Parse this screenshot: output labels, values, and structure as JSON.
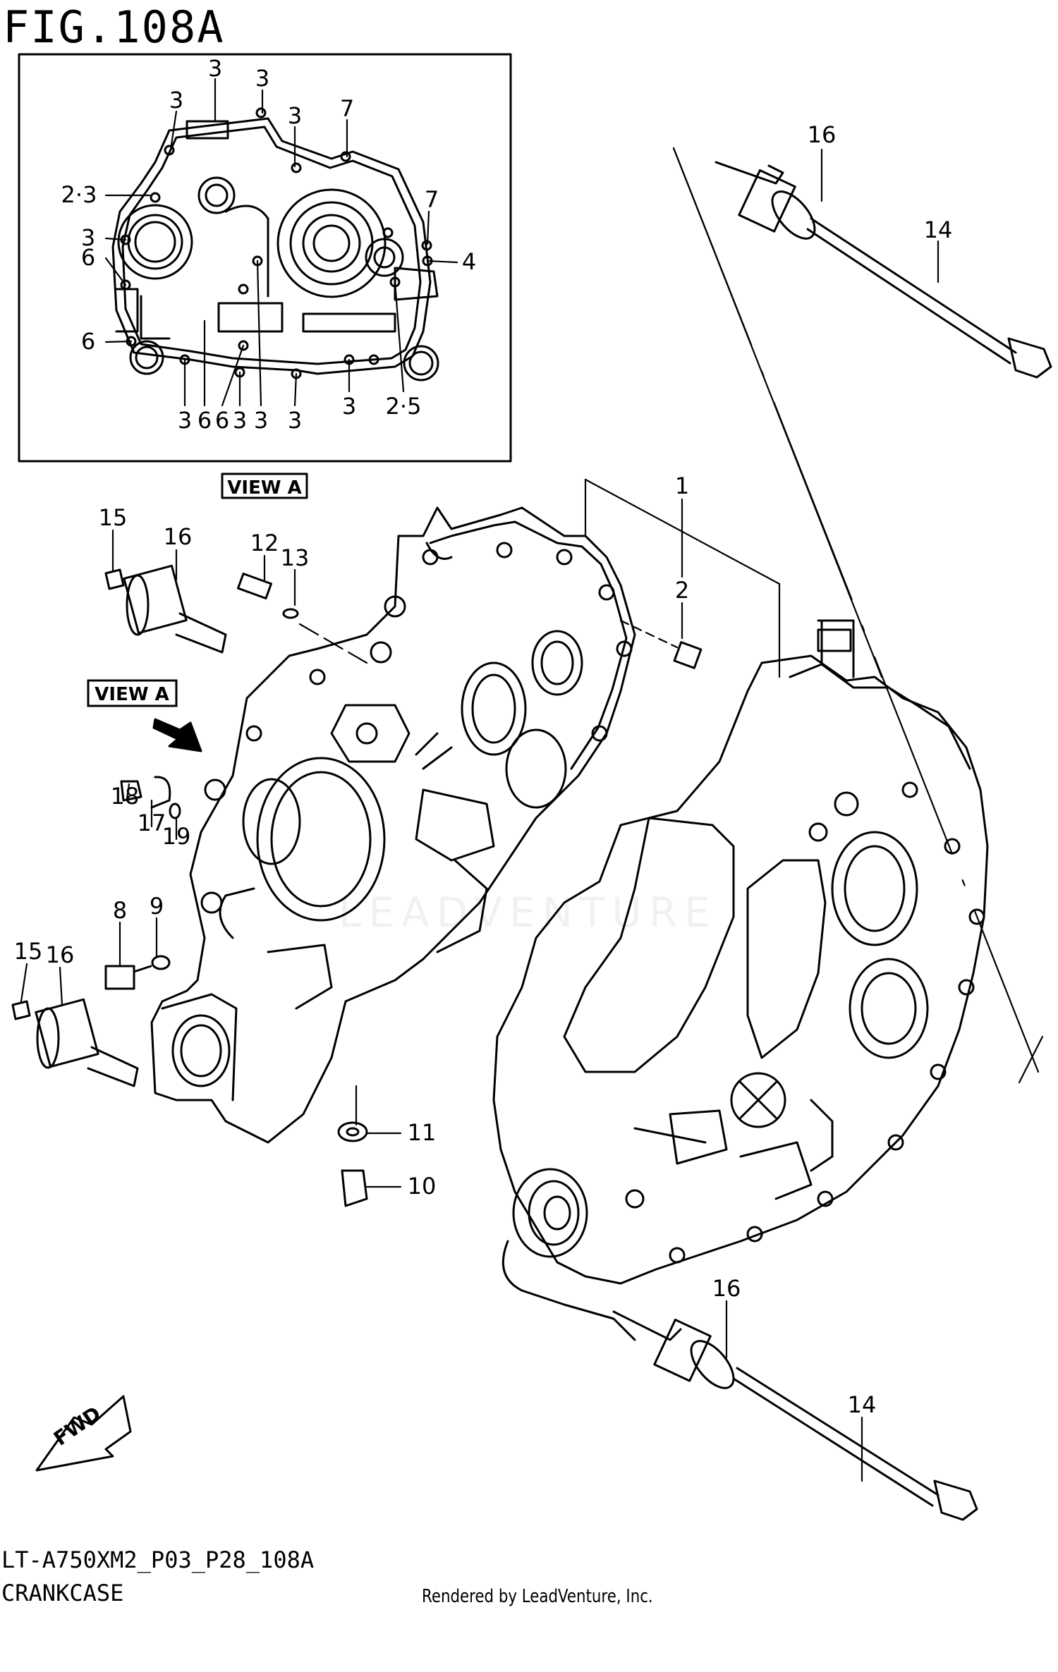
{
  "figure": {
    "title": "FIG.108A",
    "code": "LT-A750XM2_P03_P28_108A",
    "name": "CRANKCASE",
    "credit": "Rendered by LeadVenture, Inc.",
    "watermark": "LEADVENTURE"
  },
  "view_labels": {
    "inset_caption": "VIEW A",
    "pointer_label": "VIEW A",
    "fwd": "FWD"
  },
  "inset_callouts": [
    {
      "id": "i1",
      "text": "3"
    },
    {
      "id": "i2",
      "text": "3"
    },
    {
      "id": "i3",
      "text": "3"
    },
    {
      "id": "i4",
      "text": "3"
    },
    {
      "id": "i5",
      "text": "7"
    },
    {
      "id": "i6",
      "text": "2·3"
    },
    {
      "id": "i7",
      "text": "7"
    },
    {
      "id": "i8",
      "text": "3"
    },
    {
      "id": "i9",
      "text": "6"
    },
    {
      "id": "i10",
      "text": "4"
    },
    {
      "id": "i11",
      "text": "6"
    },
    {
      "id": "i12",
      "text": "3"
    },
    {
      "id": "i13",
      "text": "6"
    },
    {
      "id": "i14",
      "text": "6"
    },
    {
      "id": "i15",
      "text": "3"
    },
    {
      "id": "i16",
      "text": "3"
    },
    {
      "id": "i17",
      "text": "3"
    },
    {
      "id": "i18",
      "text": "3"
    },
    {
      "id": "i19",
      "text": "2·5"
    }
  ],
  "part_callouts": [
    {
      "id": "p16a",
      "text": "16"
    },
    {
      "id": "p14a",
      "text": "14"
    },
    {
      "id": "p1",
      "text": "1"
    },
    {
      "id": "p2",
      "text": "2"
    },
    {
      "id": "p15a",
      "text": "15"
    },
    {
      "id": "p16b",
      "text": "16"
    },
    {
      "id": "p12",
      "text": "12"
    },
    {
      "id": "p13",
      "text": "13"
    },
    {
      "id": "p18",
      "text": "18"
    },
    {
      "id": "p17",
      "text": "17"
    },
    {
      "id": "p19",
      "text": "19"
    },
    {
      "id": "p8",
      "text": "8"
    },
    {
      "id": "p9",
      "text": "9"
    },
    {
      "id": "p15b",
      "text": "15"
    },
    {
      "id": "p16c",
      "text": "16"
    },
    {
      "id": "p11",
      "text": "11"
    },
    {
      "id": "p10",
      "text": "10"
    },
    {
      "id": "p16d",
      "text": "16"
    },
    {
      "id": "p14b",
      "text": "14"
    }
  ]
}
